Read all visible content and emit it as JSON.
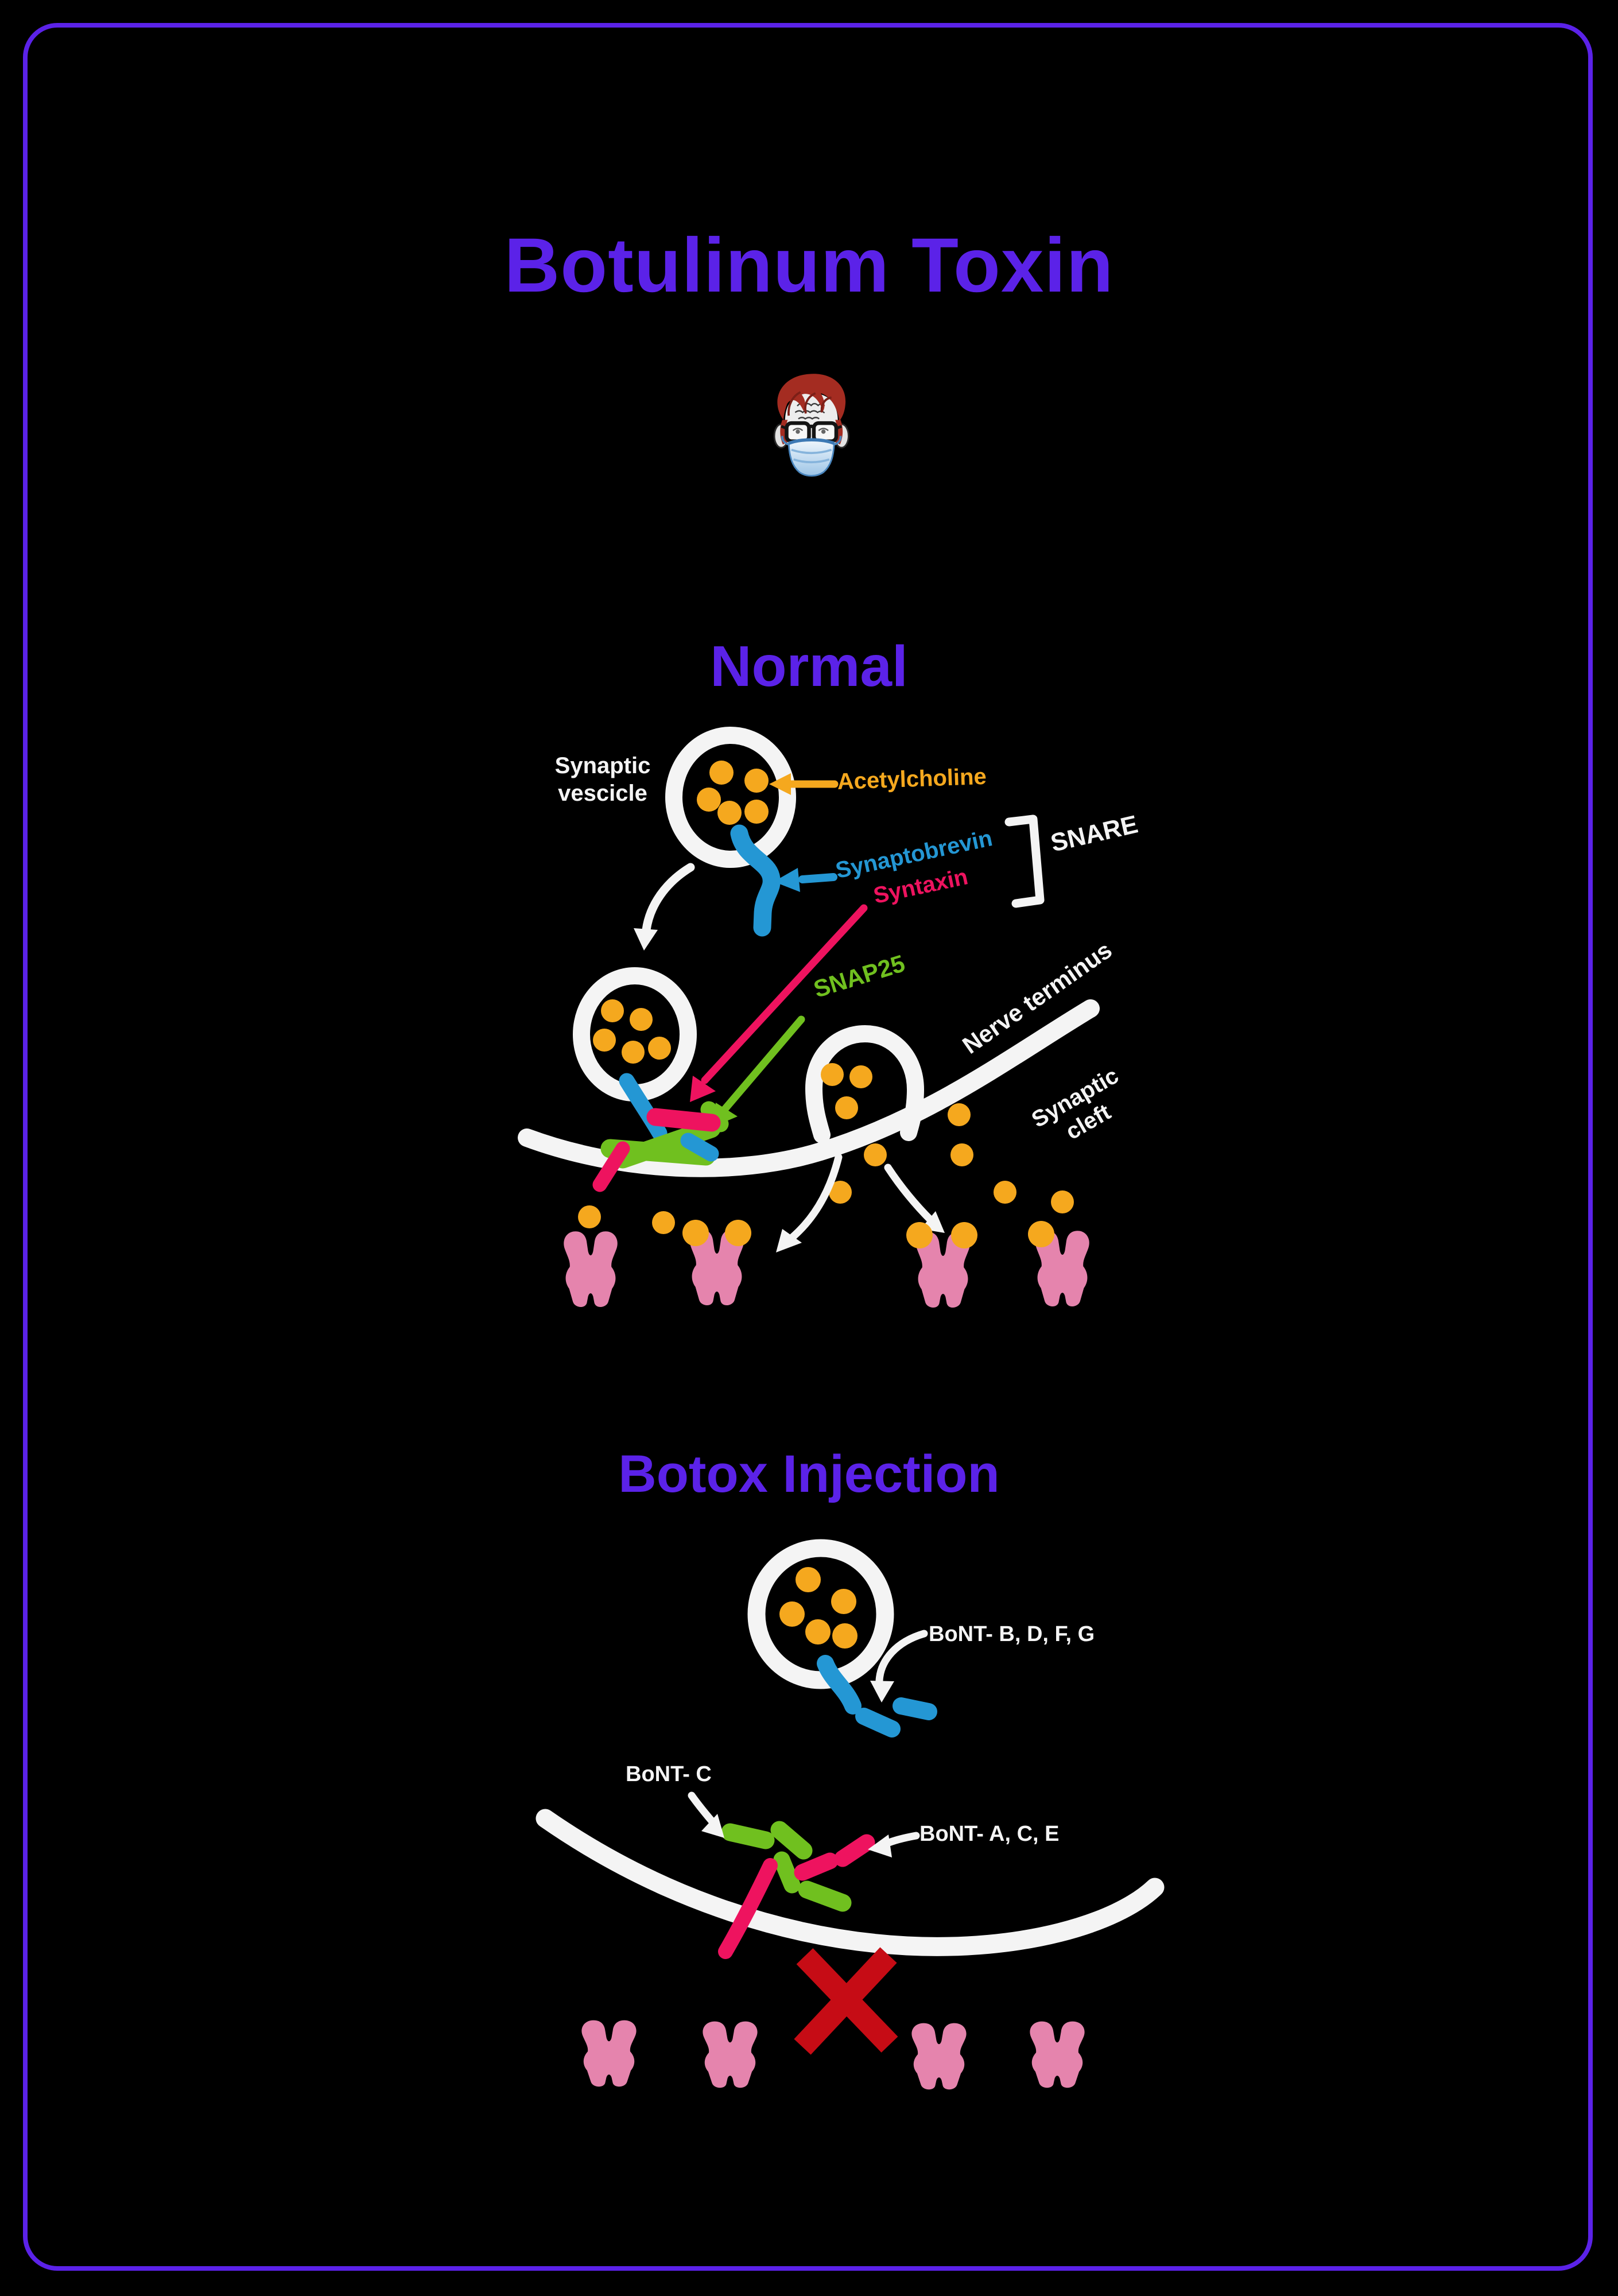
{
  "title": "Botulinum Toxin",
  "avatar": {
    "icon": "masked-scientist-avatar"
  },
  "sections": {
    "normal": {
      "heading": "Normal",
      "labels": {
        "vesicle_line1": "Synaptic",
        "vesicle_line2": "vescicle",
        "acetylcholine": "Acetylcholine",
        "synaptobrevin": "Synaptobrevin",
        "syntaxin": "Syntaxin",
        "snare": "SNARE",
        "snap25": "SNAP25",
        "nerve_terminus": "Nerve terminus",
        "cleft_line1": "Synaptic",
        "cleft_line2": "cleft"
      }
    },
    "botox": {
      "heading": "Botox Injection",
      "labels": {
        "bont_bdfg": "BoNT- B, D, F, G",
        "bont_c": "BoNT- C",
        "bont_ace": "BoNT- A, C, E"
      }
    }
  },
  "colors": {
    "background": "#000000",
    "border": "#5B22E8",
    "heading_purple": "#5B22E8",
    "diagram_white": "#F4F4F4",
    "acetylcholine_orange": "#F5A81E",
    "synaptobrevin_blue": "#2497D4",
    "syntaxin_pink": "#EE135F",
    "snap25_green": "#70C01F",
    "receptor_pink": "#E584AD",
    "blocked_x_red": "#C60C15",
    "avatar_hair_red": "#A42C21",
    "avatar_mask_blue": "#9CC4E6"
  }
}
